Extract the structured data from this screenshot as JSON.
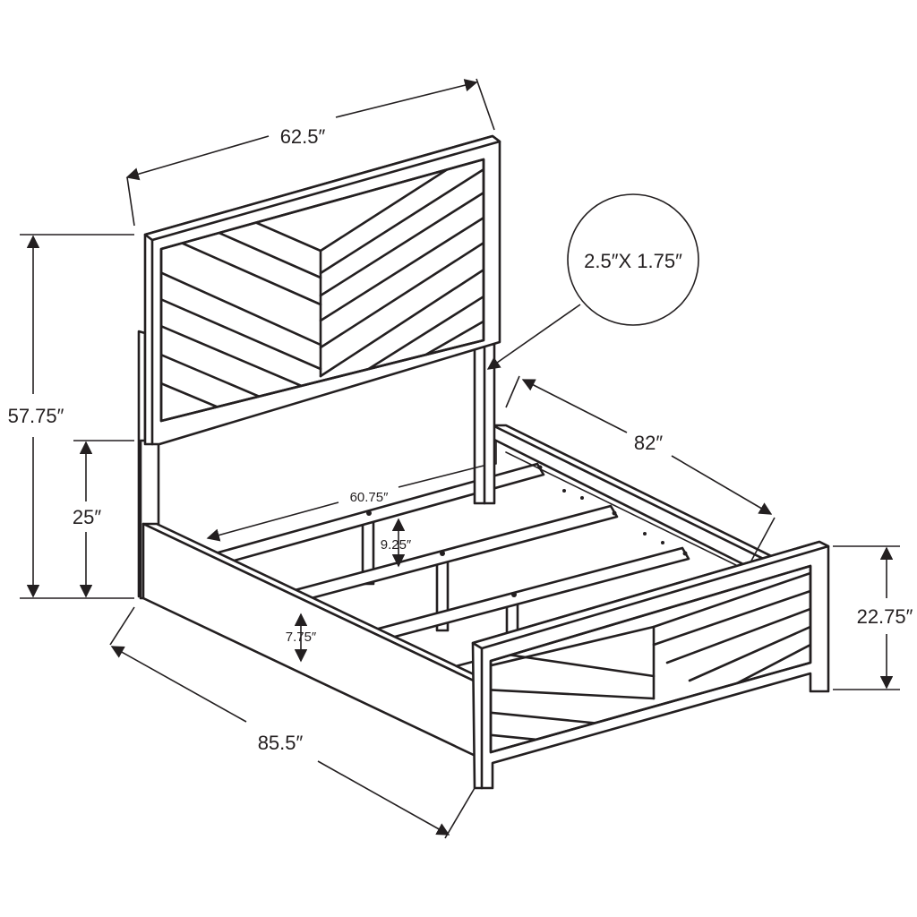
{
  "dimensions": {
    "headboard_width": "62.5″",
    "overall_height": "57.75″",
    "rail_height": "25″",
    "leg_size": "2.5″X 1.75″",
    "length": "82″",
    "inner_width": "60.75″",
    "slat_clearance": "9.25″",
    "ground_clearance": "7.75″",
    "overall_length": "85.5″",
    "footboard_height": "22.75″"
  }
}
